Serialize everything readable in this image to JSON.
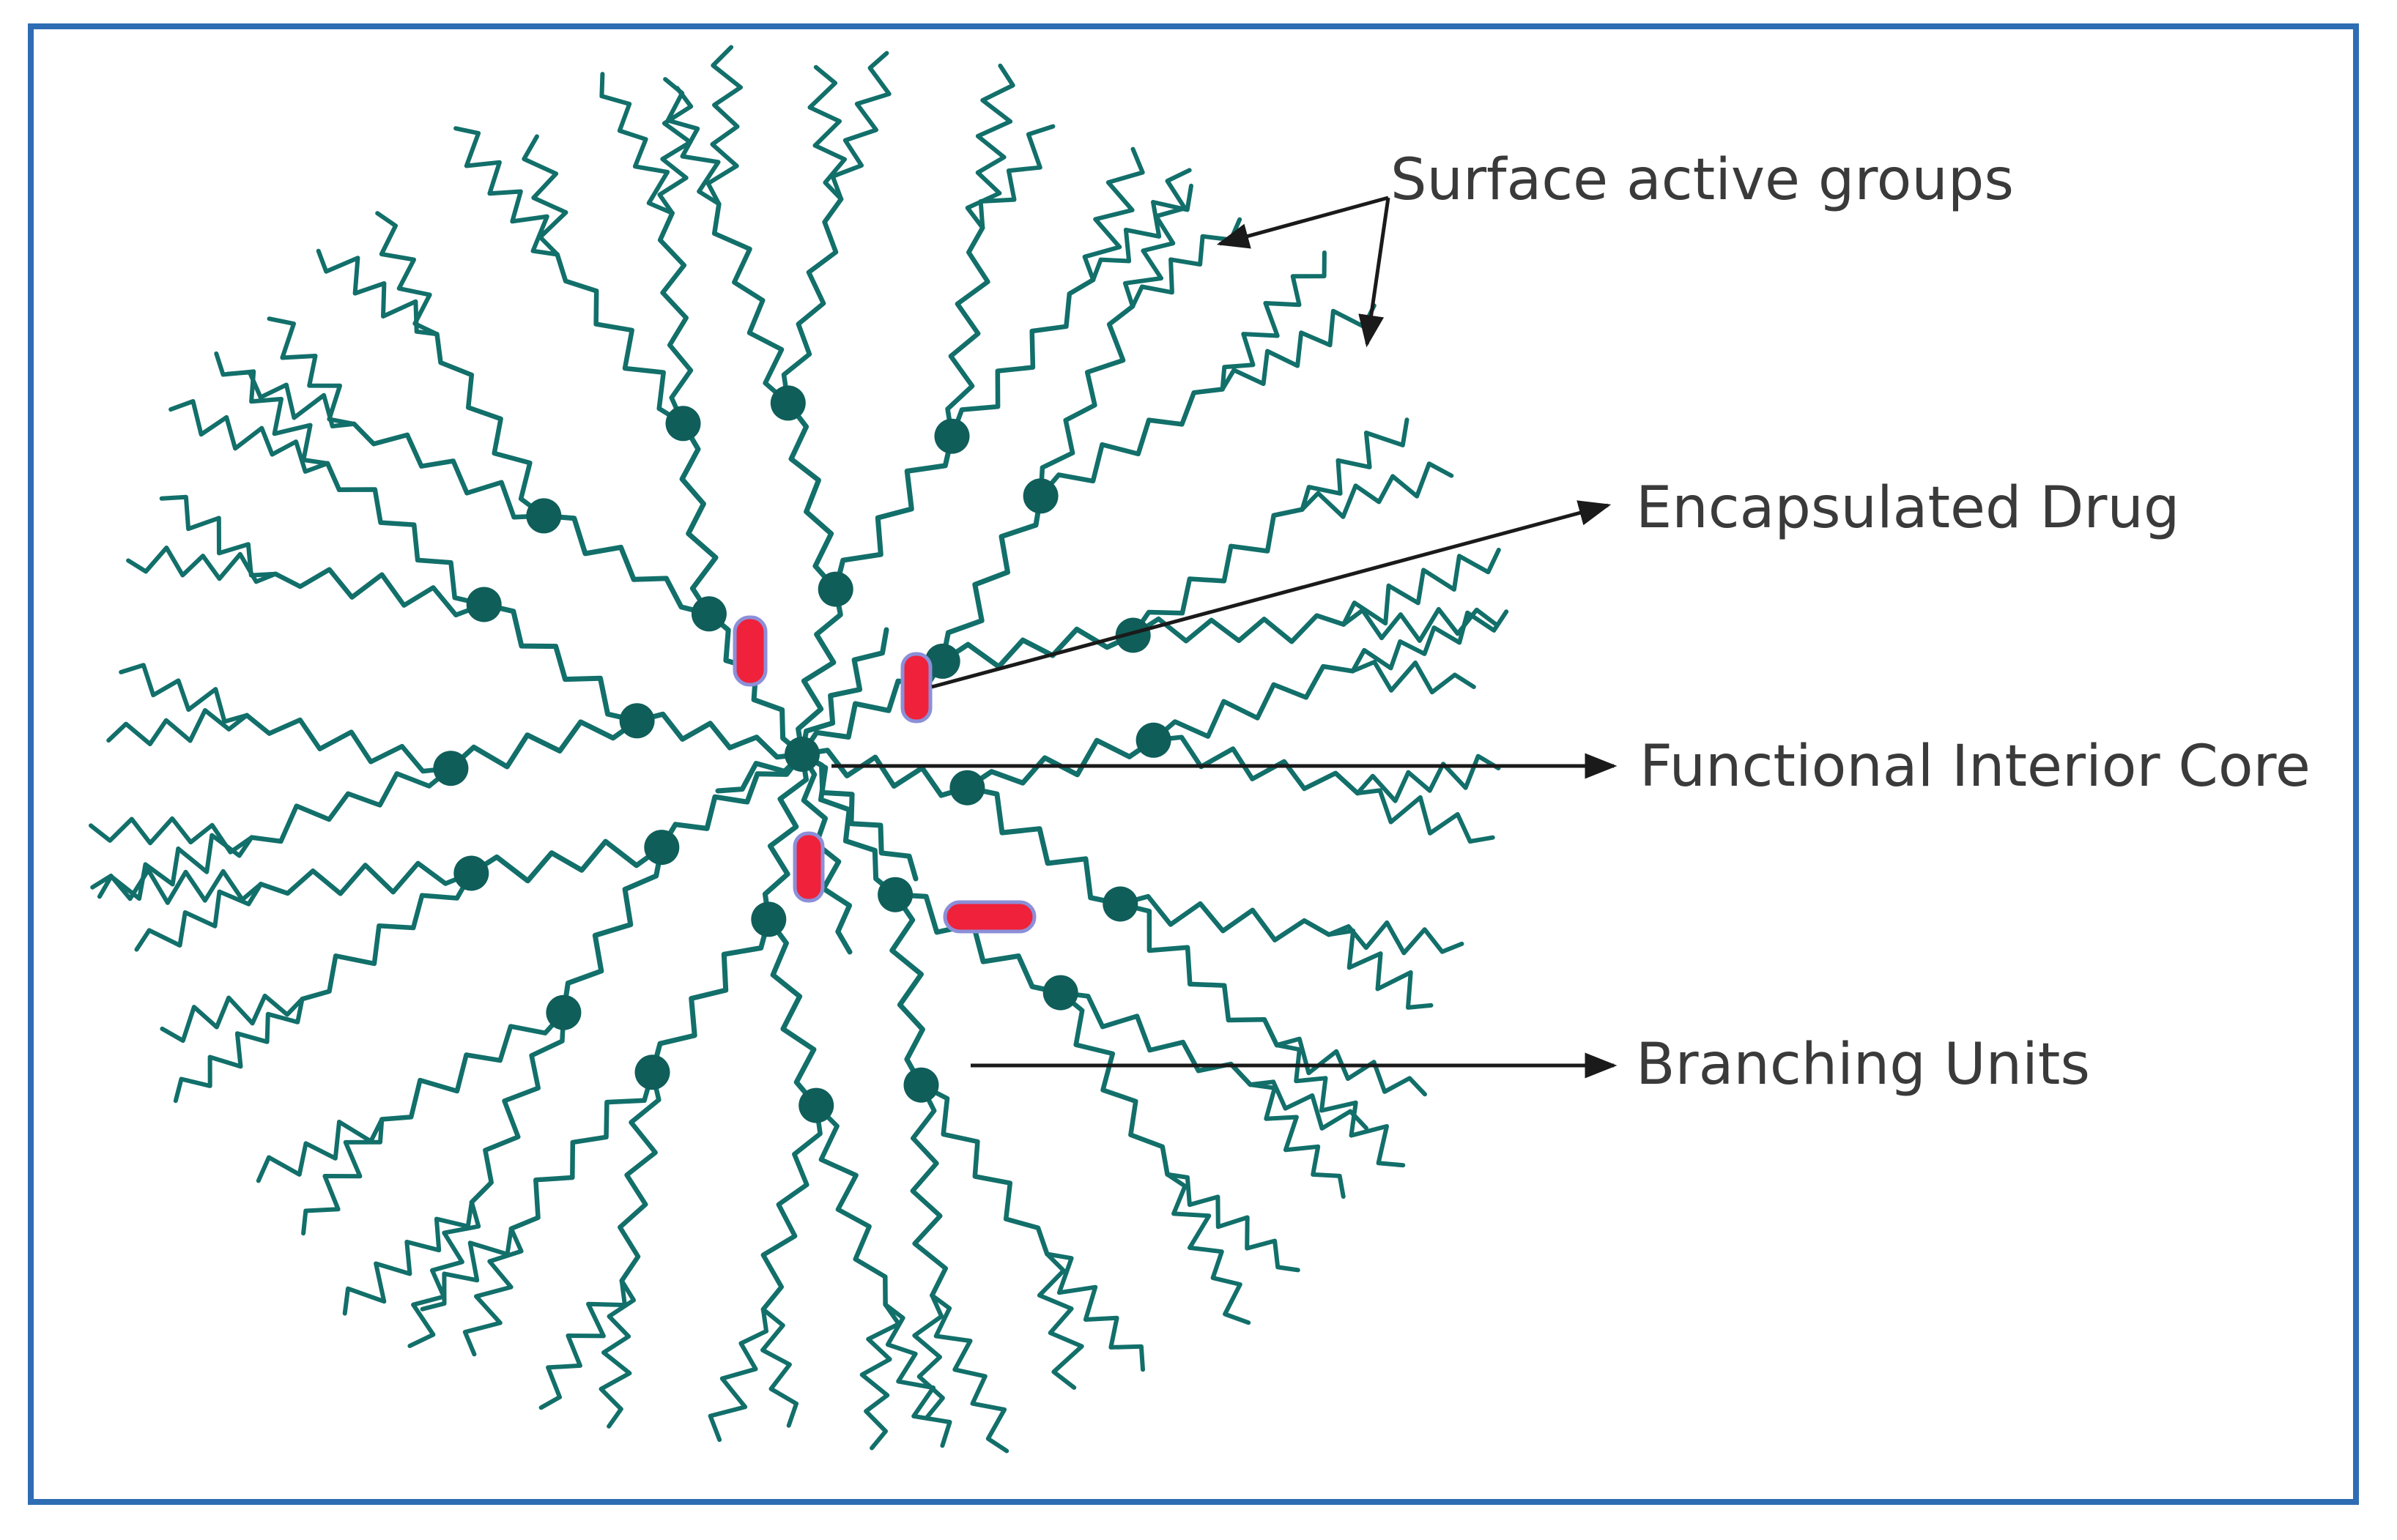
{
  "labels": {
    "surface_active_groups": "Surface active groups",
    "encapsulated_drug": "Encapsulated Drug",
    "functional_interior_core": "Functional Interior Core",
    "branching_units": "Branching Units"
  },
  "colors": {
    "frame_border": "#2E6DB4",
    "dendrimer_strand": "#126F6A",
    "branch_node": "#0F5E5A",
    "drug": "#F0213A",
    "drug_outline": "#8C8FD8",
    "arrow": "#1a1a1a",
    "label_text": "#3a3a3a"
  }
}
